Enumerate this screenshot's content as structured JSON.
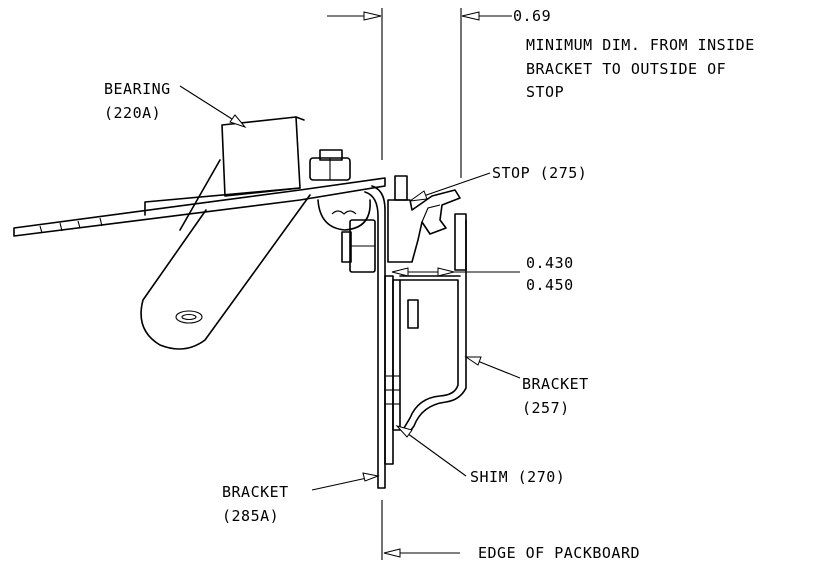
{
  "labels": {
    "bearing": "BEARING",
    "bearing_ref": "(220A)",
    "dim_069": "0.69",
    "dim_note_1": "MINIMUM DIM. FROM INSIDE",
    "dim_note_2": "BRACKET TO  OUTSIDE OF",
    "dim_note_3": "STOP",
    "stop": "STOP (275)",
    "dim_0430": "0.430",
    "dim_0450": "0.450",
    "bracket_257": "BRACKET",
    "bracket_257_ref": "(257)",
    "shim": "SHIM (270)",
    "bracket_285a": "BRACKET",
    "bracket_285a_ref": "(285A)",
    "edge": "EDGE OF PACKBOARD"
  }
}
